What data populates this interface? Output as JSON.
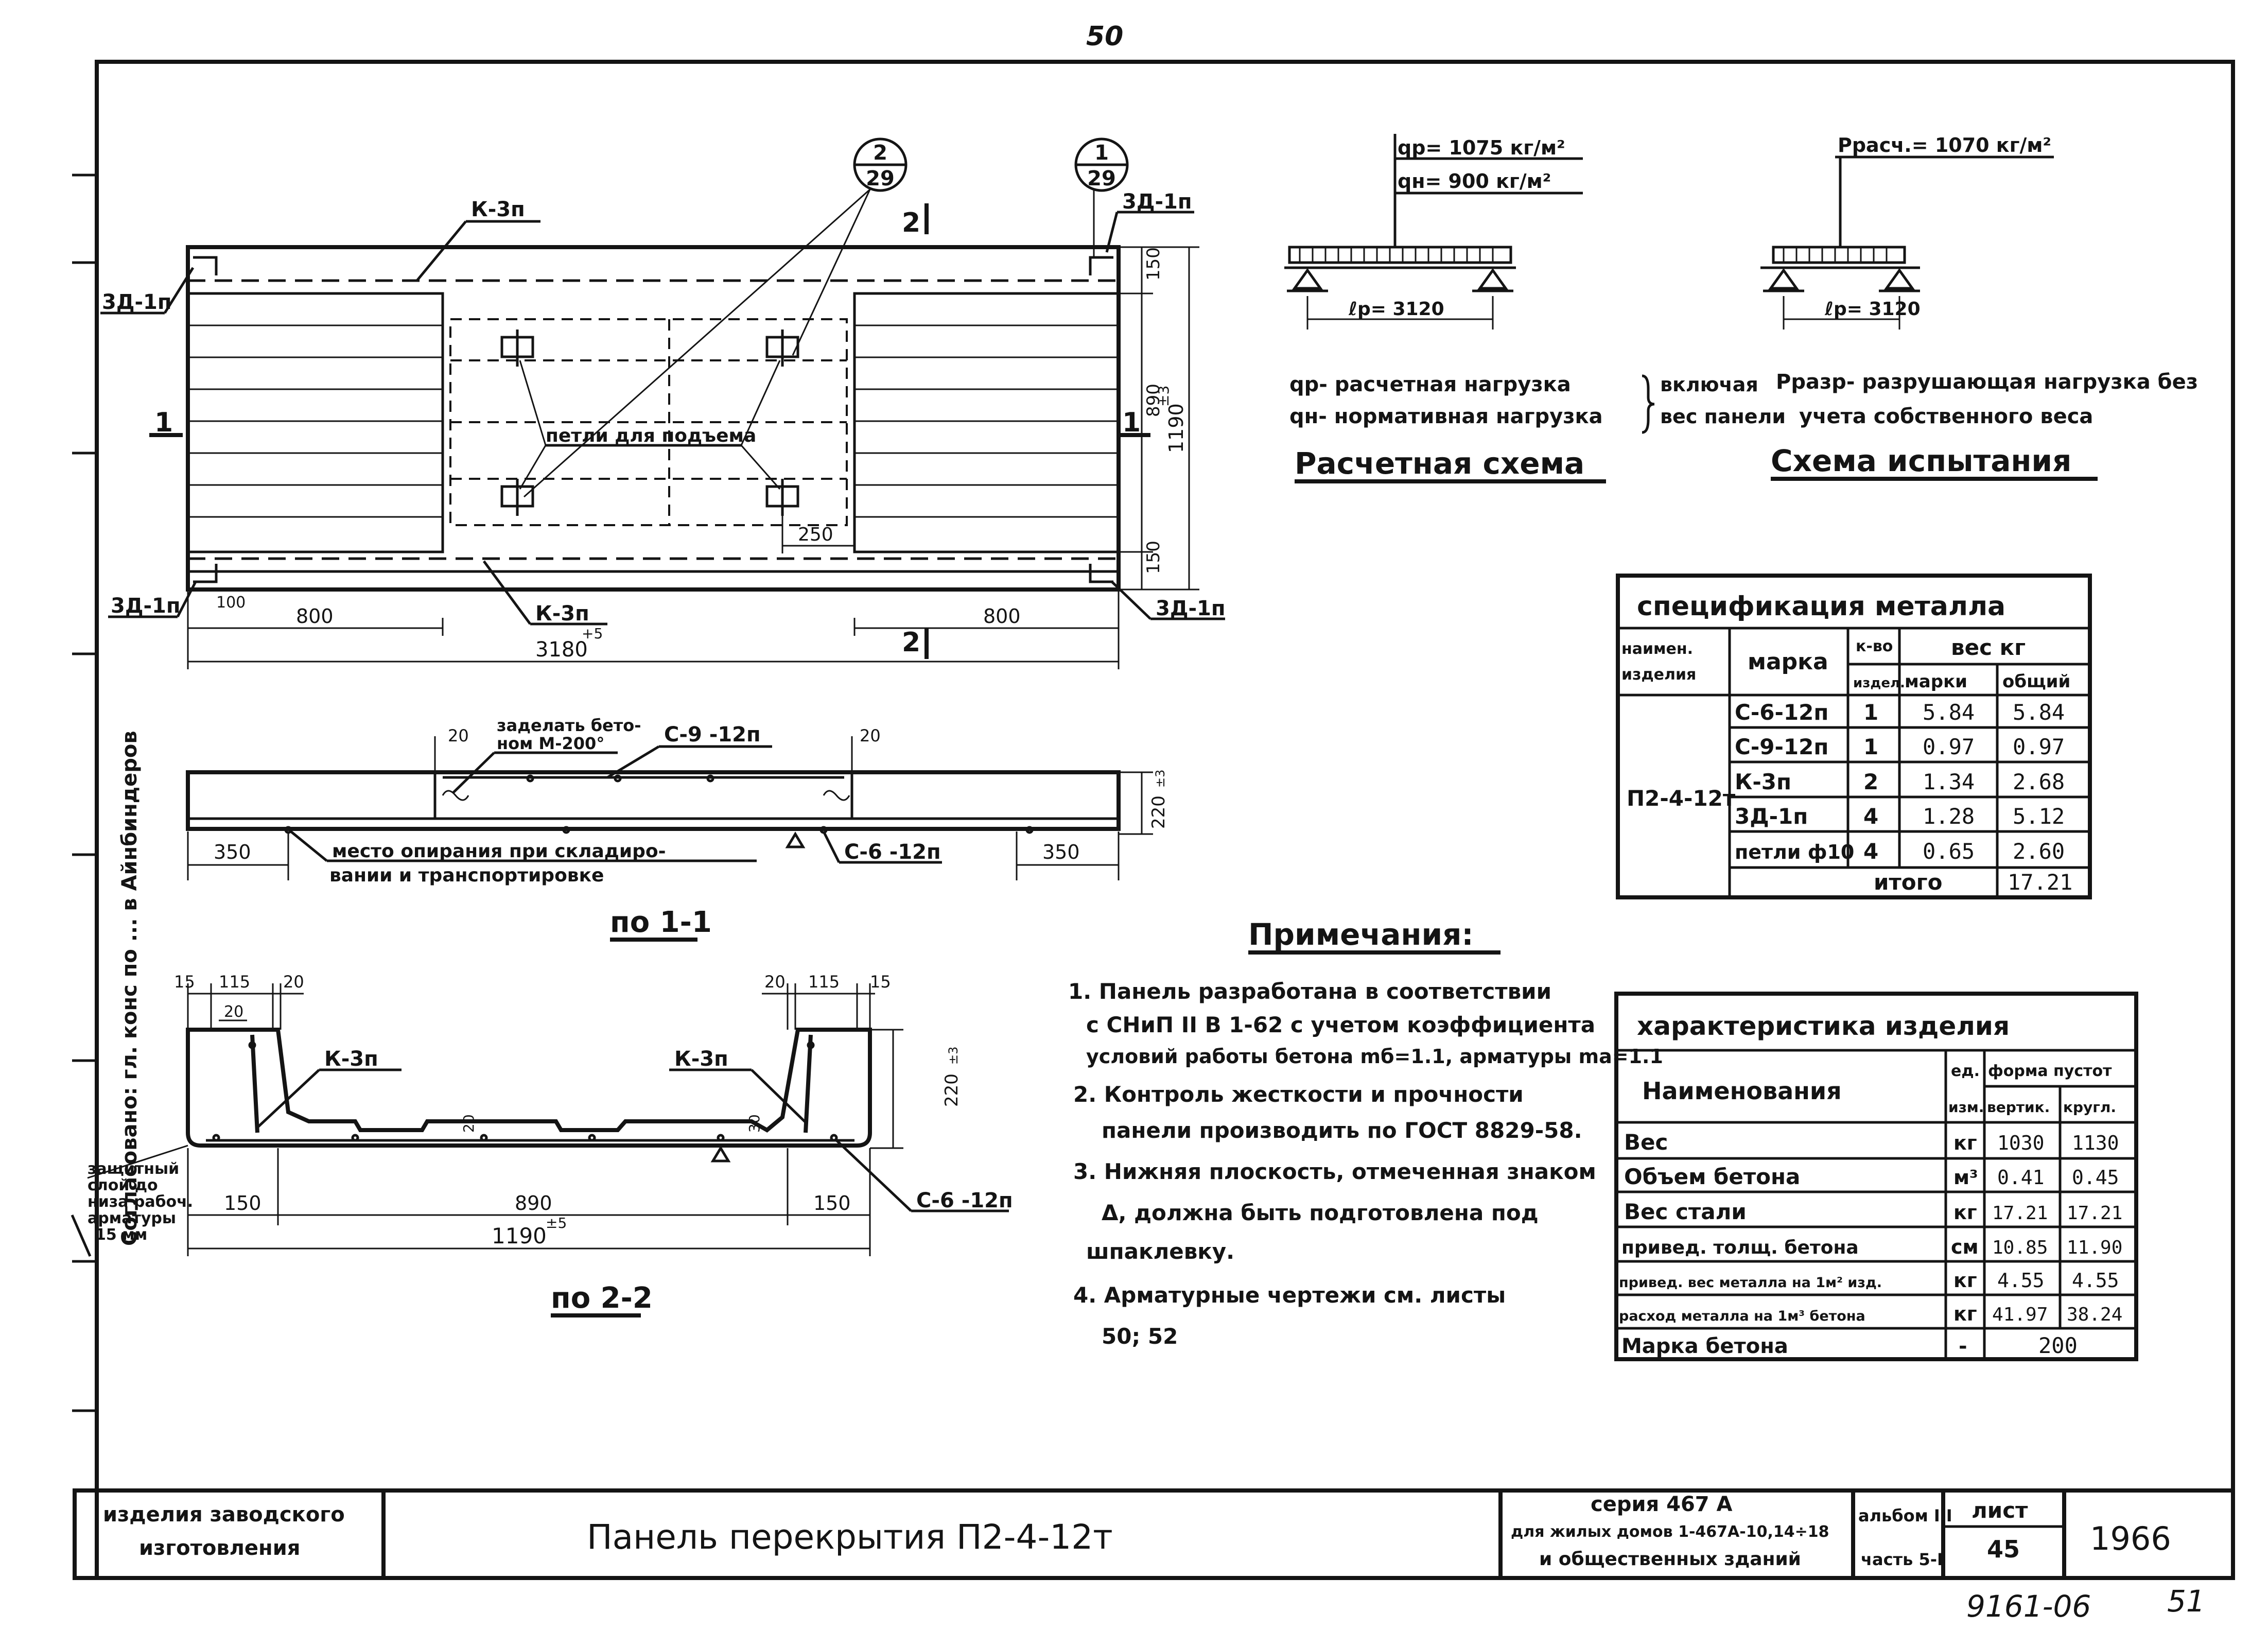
{
  "page_number": "50",
  "plan": {
    "callout_left": {
      "num": "2",
      "den": "29"
    },
    "callout_right": {
      "num": "1",
      "den": "29"
    },
    "section2_mark": "2",
    "section1_mark": "1",
    "k3p_top": "К-3п",
    "k3p_bottom": "К-3п",
    "zd_top_left": "3Д-1п",
    "zd_top_right": "3Д-1п",
    "zd_bot_left": "3Д-1п",
    "zd_bot_right": "3Д-1п",
    "loop_label": "петли для подъема",
    "dim_150_top": "150",
    "dim_890": "890",
    "dim_1190": "1190",
    "dim_1190_tol": "±3",
    "dim_150_bot": "150",
    "dim_250": "250",
    "dim_100": "100",
    "dim_800_left": "800",
    "dim_800_right": "800",
    "dim_3180": "3180",
    "dim_3180_tol": "+5"
  },
  "section11": {
    "fill_note_line1": "заделать бето-",
    "fill_note_line2": "ном  М-200°",
    "c9": "С-9 -12п",
    "c6": "С-6 -12п",
    "dim_20a": "20",
    "dim_20b": "20",
    "dim_350_left": "350",
    "dim_350_right": "350",
    "dim_220": "220",
    "dim_220_tol": "±3",
    "support_line1": "место опирания  при  складиро-",
    "support_line2": "вании  и  транспортировке",
    "title": "по 1-1"
  },
  "section22": {
    "d15a": "15",
    "d115a": "115",
    "d20a": "20",
    "d20b": "20",
    "d115b": "115",
    "d15b": "15",
    "d20c": "20",
    "d20_mid": "20",
    "d30": "30",
    "k3p_left": "К-3п",
    "k3p_right": "К-3п",
    "c6": "С-6 -12п",
    "dim_220": "220",
    "dim_220_tol": "±3",
    "dim_150_left": "150",
    "dim_890": "890",
    "dim_150_right": "150",
    "dim_1190": "1190",
    "dim_1190_tol": "±5",
    "cover_note": [
      "защитный",
      "слой до",
      "низа рабоч.",
      "арматуры",
      "15 мм"
    ],
    "title": "по 2-2"
  },
  "calc_scheme": {
    "qp": "qр= 1075 кг/м²",
    "qn": "qн=  900 кг/м²",
    "span": "ℓр= 3120",
    "title": "Расчетная  схема"
  },
  "test_scheme": {
    "p": "Ррасч.= 1070 кг/м²",
    "span": "ℓр= 3120",
    "title": "Схема  испытания"
  },
  "legend": {
    "qp_line": "qр- расчетная  нагрузка",
    "qn_line": "qн- нормативная  нагрузка",
    "incl_1": "включая",
    "incl_2": "вес панели",
    "p_line_1": "Рразр- разрушающая  нагрузка  без",
    "p_line_2": "учета  собственного  веса"
  },
  "metal_spec": {
    "title": "спецификация  металла",
    "h_name": [
      "наимен.",
      "изделия"
    ],
    "h_mark": "марка",
    "h_count": [
      "к-во",
      "издел."
    ],
    "h_weight": "вес  кг",
    "h_per_mark": "марки",
    "h_total": "общий",
    "product": "П2-4-12т",
    "rows": [
      {
        "mark": "С-6-12п",
        "count": "1",
        "per": "5.84",
        "total": "5.84"
      },
      {
        "mark": "С-9-12п",
        "count": "1",
        "per": "0.97",
        "total": "0.97"
      },
      {
        "mark": "К-3п",
        "count": "2",
        "per": "1.34",
        "total": "2.68"
      },
      {
        "mark": "3Д-1п",
        "count": "4",
        "per": "1.28",
        "total": "5.12"
      },
      {
        "mark": "петли ф10",
        "count": "4",
        "per": "0.65",
        "total": "2.60"
      }
    ],
    "itogo_label": "итого",
    "itogo_value": "17.21"
  },
  "notes": {
    "title": "Примечания:",
    "lines": [
      "1. Панель разработана в соответствии",
      "с СНиП II В 1-62 с учетом коэффициента",
      "условий работы бетона mб=1.1, арматуры mа=1.1",
      "2. Контроль жесткости и прочности",
      "панели производить по ГОСТ 8829-58.",
      "3. Нижняя плоскость, отмеченная знаком",
      "Δ, должна быть подготовлена под",
      "шпаклевку.",
      "4. Арматурные чертежи см. листы",
      "50; 52"
    ]
  },
  "characteristics": {
    "title": "характеристика  изделия",
    "h_name": "Наименования",
    "h_unit": [
      "ед.",
      "изм."
    ],
    "h_form": "форма пустот",
    "h_vert": "вертик.",
    "h_round": "кругл.",
    "rows": [
      {
        "name": "Вес",
        "unit": "кг",
        "v": "1030",
        "r": "1130"
      },
      {
        "name": "Объем  бетона",
        "unit": "м³",
        "v": "0.41",
        "r": "0.45"
      },
      {
        "name": "Вес  стали",
        "unit": "кг",
        "v": "17.21",
        "r": "17.21"
      },
      {
        "name": "привед. толщ. бетона",
        "unit": "см",
        "v": "10.85",
        "r": "11.90"
      },
      {
        "name": "привед. вес металла на 1м² изд.",
        "unit": "кг",
        "v": "4.55",
        "r": "4.55"
      },
      {
        "name": "расход металла на 1м³ бетона",
        "unit": "кг",
        "v": "41.97",
        "r": "38.24"
      }
    ],
    "concrete_label": "Марка  бетона",
    "concrete_unit": "-",
    "concrete_value": "200"
  },
  "side_stamp": "Согласовано: гл. конс по ... в Айнбиндеров",
  "title_block": {
    "left_1": "изделия  заводского",
    "left_2": "изготовления",
    "title": "Панель   перекрытия   П2-4-12т",
    "series_1": "серия  467 А",
    "series_2": "для жилых домов 1-467А-10,14÷18",
    "series_3": "и общественных  зданий",
    "album_1": "альбом III",
    "album_2": "часть 5-I",
    "sheet_label": "лист",
    "sheet_number": "45",
    "year": "1966"
  },
  "bottom_code": "9161-06",
  "bottom_page": "51"
}
